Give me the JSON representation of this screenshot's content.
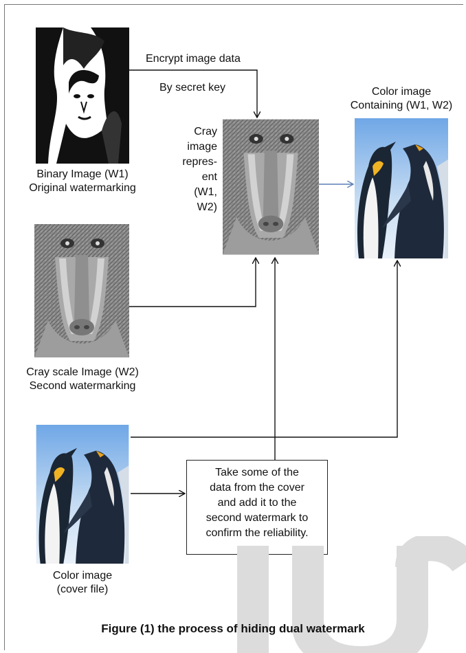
{
  "diagram": {
    "encrypt_label": "Encrypt image data",
    "key_label": "By secret key",
    "binary_image": {
      "icon": "portrait-binary-icon",
      "label_line1": "Binary Image (W1)",
      "label_line2": "Original watermarking"
    },
    "gray_scale_image": {
      "icon": "mandrill-grayscale-icon",
      "label_line1": "Cray scale Image (W2)",
      "label_line2": "Second watermarking"
    },
    "gray_combined_image": {
      "icon": "mandrill-grayscale-icon",
      "label_lines": [
        "Cray",
        "image",
        "repres-",
        "ent",
        "(W1,",
        "W2)"
      ]
    },
    "color_output_image": {
      "icon": "penguins-color-icon",
      "label_line1": "Color image",
      "label_line2": "Containing (W1, W2)"
    },
    "cover_image": {
      "icon": "penguins-color-icon",
      "label_line1": "Color image",
      "label_line2": "(cover file)"
    },
    "process_box": {
      "lines": [
        "Take some of the",
        "data from the cover",
        "and add it to the",
        "second watermark to",
        "confirm the reliability."
      ]
    }
  },
  "caption": "Figure (1) the process of hiding dual watermark",
  "colors": {
    "arrow": "#111111",
    "blue_arrow": "#5b7fb5",
    "watermark": "#d9d9d9"
  }
}
